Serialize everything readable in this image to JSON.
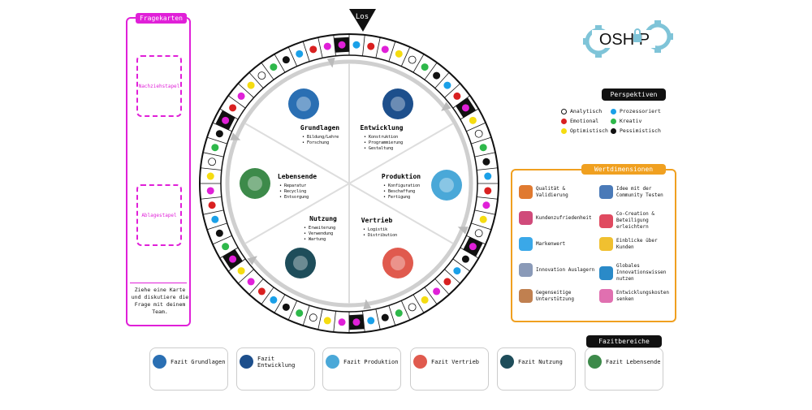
{
  "fragekarten": {
    "title": "Fragekarten",
    "nachziehstapel": "Nachziehstapel",
    "ablagestapel": "Ablagestapel",
    "instruction": "Ziehe eine Karte und diskutiere die Frage mit deinem Team."
  },
  "logo": {
    "text": "OSH P"
  },
  "start_label": "Los",
  "sectors": [
    {
      "title": "Grundlagen",
      "items": [
        "Bildung/Lehre",
        "Forschung"
      ],
      "icon_color": "#2a6fb3"
    },
    {
      "title": "Entwicklung",
      "items": [
        "Konstruktion",
        "Programmierung",
        "Gestaltung"
      ],
      "icon_color": "#1d4f8c"
    },
    {
      "title": "Produktion",
      "items": [
        "Konfiguration",
        "Beschaffung",
        "Fertigung"
      ],
      "icon_color": "#4aa8d8"
    },
    {
      "title": "Vertrieb",
      "items": [
        "Logistik",
        "Distribution"
      ],
      "icon_color": "#e05a4e"
    },
    {
      "title": "Nutzung",
      "items": [
        "Erweiterung",
        "Verwendung",
        "Wartung"
      ],
      "icon_color": "#1e4d5a"
    },
    {
      "title": "Lebensende",
      "items": [
        "Reparatur",
        "Recycling",
        "Entsorgung"
      ],
      "icon_color": "#3d8a4a"
    }
  ],
  "perspektiven": {
    "title": "Perspektiven",
    "items": [
      {
        "label": "Analytisch",
        "color": "#ffffff"
      },
      {
        "label": "Prozessoriert",
        "color": "#1aa0e8"
      },
      {
        "label": "Emotional",
        "color": "#d92020"
      },
      {
        "label": "Kreativ",
        "color": "#2eb84a"
      },
      {
        "label": "Optimistisch",
        "color": "#f5dc10"
      },
      {
        "label": "Pessimistisch",
        "color": "#111111"
      }
    ]
  },
  "wertdimensionen": {
    "title": "Wertdimensionen",
    "items": [
      {
        "label": "Qualität & Validierung",
        "color": "#e07a30"
      },
      {
        "label": "Idee mit der Community Testen",
        "color": "#4a7ab8"
      },
      {
        "label": "Kundenzufriedenheit",
        "color": "#d04a7a"
      },
      {
        "label": "Co-Creation & Beteiligung erleichtern",
        "color": "#e04a60"
      },
      {
        "label": "Markenwert",
        "color": "#3aa8e8"
      },
      {
        "label": "Einblicke über Kunden",
        "color": "#f0c030"
      },
      {
        "label": "Innovation Auslagern",
        "color": "#8a9ab8"
      },
      {
        "label": "Globales Innovationswissen nutzen",
        "color": "#2a8ac8"
      },
      {
        "label": "Gegenseitige Unterstützung",
        "color": "#c08050"
      },
      {
        "label": "Entwicklungskosten senken",
        "color": "#e070b0"
      }
    ]
  },
  "fazitbereiche": {
    "title": "Fazitbereiche",
    "items": [
      {
        "label": "Fazit Grundlagen",
        "color": "#2a6fb3"
      },
      {
        "label": "Fazit Entwicklung",
        "color": "#1d4f8c"
      },
      {
        "label": "Fazit Produktion",
        "color": "#4aa8d8"
      },
      {
        "label": "Fazit Vertrieb",
        "color": "#e05a4e"
      },
      {
        "label": "Fazit Nutzung",
        "color": "#1e4d5a"
      },
      {
        "label": "Fazit Lebensende",
        "color": "#3d8a4a"
      }
    ]
  },
  "colors": {
    "accent_magenta": "#e020d8",
    "accent_orange": "#f0a020"
  }
}
